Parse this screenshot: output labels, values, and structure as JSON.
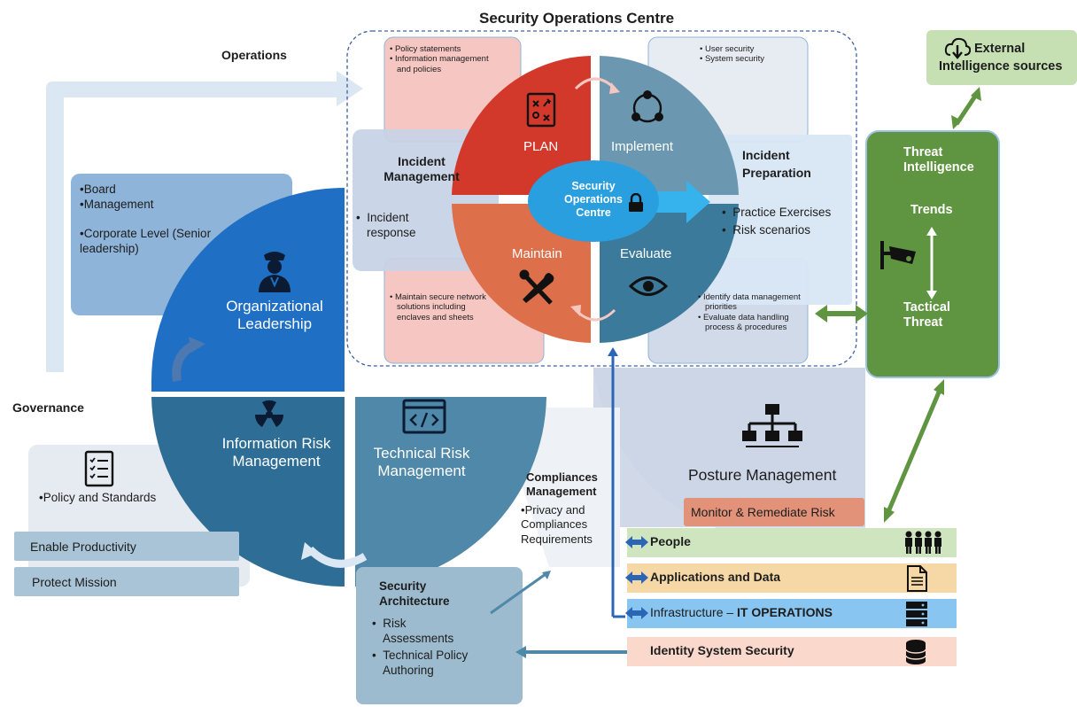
{
  "title": "Security Operations Centre",
  "operations_label": "Operations",
  "governance_label": "Governance",
  "external_intel": {
    "line1": "External",
    "line2": "Intelligence sources"
  },
  "threat_intel": {
    "title": "Threat Intelligence",
    "trends": "Trends",
    "tactical": "Tactical Threat"
  },
  "governance_box": {
    "items": [
      "Board",
      "Management",
      "Corporate Level (Senior leadership)"
    ]
  },
  "policy_box": {
    "item": "Policy and Standards"
  },
  "enable_productivity": "Enable Productivity",
  "protect_mission": "Protect Mission",
  "quadrants": {
    "org": "Organizational Leadership",
    "info": "Information Risk Management",
    "tech": "Technical Risk Management"
  },
  "cycle": {
    "plan": "PLAN",
    "implement": "Implement",
    "maintain": "Maintain",
    "evaluate": "Evaluate",
    "center": "Security Operations Centre"
  },
  "plan_notes": [
    "Policy statements",
    "Information management and policies"
  ],
  "implement_notes": [
    "User security",
    "System security"
  ],
  "maintain_notes": [
    "Maintain secure network solutions including enclaves and sheets"
  ],
  "evaluate_notes": [
    "Identify data management priorities",
    "Evaluate data handling process & procedures"
  ],
  "incident_management": {
    "title": "Incident Management",
    "item": "Incident response"
  },
  "incident_preparation": {
    "title": "Incident Preparation",
    "items": [
      "Practice Exercises",
      "Risk scenarios"
    ]
  },
  "compliance": {
    "title": "Compliances Management",
    "item": "Privacy and Compliances Requirements"
  },
  "security_architecture": {
    "title": "Security Architecture",
    "items": [
      "Risk Assessments",
      "Technical Policy Authoring"
    ]
  },
  "posture": {
    "title": "Posture Management",
    "monitor": "Monitor & Remediate Risk"
  },
  "strips": {
    "people": "People",
    "apps": "Applications and Data",
    "infra_prefix": "Infrastructure – ",
    "infra_bold": "IT OPERATIONS",
    "identity": "Identity System Security"
  },
  "colors": {
    "org_quadrant": "#1f6fc4",
    "info_quadrant": "#2e6e96",
    "tech_quadrant": "#4f88a8",
    "plan": "#d2392b",
    "implement": "#6b98b0",
    "maintain": "#dd6f4a",
    "evaluate": "#3b7a9a",
    "center": "#2a9fe0",
    "threat": "#5f9440",
    "external": "#c6e0b4"
  },
  "icons": [
    "strategy-board-icon",
    "cycle-icon",
    "tools-icon",
    "eye-icon",
    "lock-icon",
    "police-officer-icon",
    "radiation-icon",
    "code-window-icon",
    "checklist-icon",
    "hierarchy-icon",
    "cloud-download-icon",
    "cctv-camera-icon",
    "people-group-icon",
    "document-icon",
    "server-icon",
    "database-icon"
  ]
}
